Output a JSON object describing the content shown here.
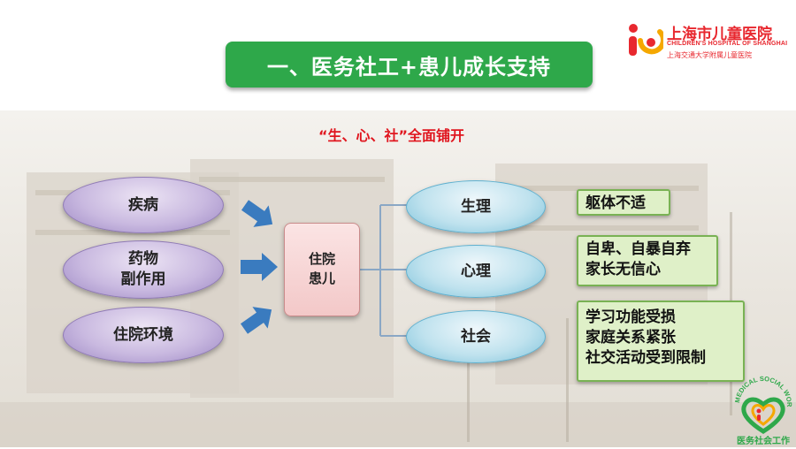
{
  "header": {
    "title": "一、医务社工+患儿成长支持"
  },
  "logo": {
    "name": "上海市儿童医院",
    "english": "CHILDREN'S HOSPITAL OF SHANGHAI",
    "affiliation": "上海交通大学附属儿童医院"
  },
  "subtitle": "“生、心、社”全面铺开",
  "causes": [
    {
      "line1": "疾病",
      "line2": ""
    },
    {
      "line1": "药物",
      "line2": "副作用"
    },
    {
      "line1": "住院环境",
      "line2": ""
    }
  ],
  "center": {
    "line1": "住院",
    "line2": "患儿"
  },
  "dimensions": [
    "生理",
    "心理",
    "社会"
  ],
  "effects": [
    [
      "躯体不适"
    ],
    [
      "自卑、自暴自弃",
      "家长无信心"
    ],
    [
      "学习功能受损",
      "家庭关系紧张",
      "社交活动受到限制"
    ]
  ],
  "badge": {
    "arc_text": "MEDICAL SOCIAL WORK",
    "label": "医务社会工作"
  },
  "colors": {
    "banner": "#2ea84a",
    "subtitle": "#e0161f",
    "arrow": "#3a7bbf",
    "green_box_border": "#79b254"
  }
}
